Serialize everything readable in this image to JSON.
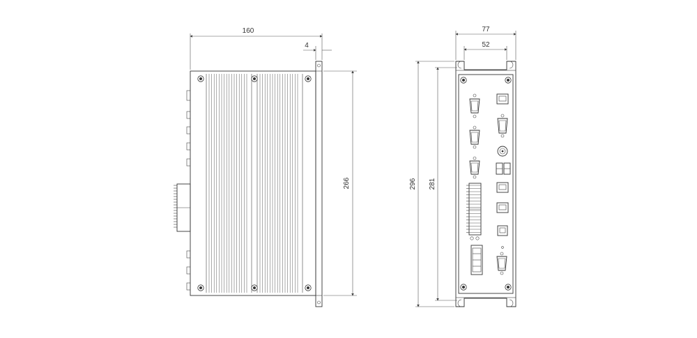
{
  "drawing": {
    "side_view": {
      "width_label": "160",
      "flange_label": "4",
      "height_label": "266"
    },
    "front_view": {
      "width_label": "77",
      "slot_label": "52",
      "outer_height_label": "296",
      "inner_height_label": "281"
    }
  }
}
